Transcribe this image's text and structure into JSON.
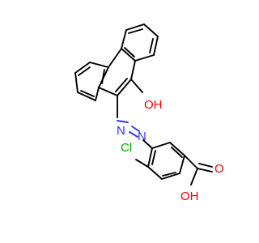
{
  "atom_labels": {
    "hydroxyl": "OH",
    "azo_n1": "N",
    "azo_n2": "N",
    "chlorine": "Cl",
    "carboxyl_o": "O",
    "carboxyl_oh": "OH"
  },
  "colors": {
    "bond": "#000000",
    "oxygen": "#ff0000",
    "nitrogen": "#3333ff",
    "chlorine": "#00aa00",
    "hydrogen": "#000000"
  }
}
